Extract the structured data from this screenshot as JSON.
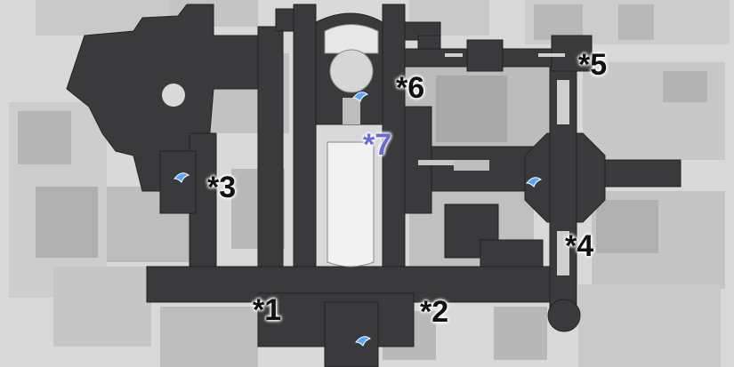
{
  "colors": {
    "background": "#d9d9d9",
    "building_light": "#c9c9c9",
    "building_mid": "#b5b5b5",
    "building_dark": "#9e9e9e",
    "walkway": "#3a3a3c",
    "walkway_edge": "#232325",
    "plaza_light": "#f2f2f2",
    "teleport": "#5aa6ff",
    "highlight_marker": "#6b6bd6",
    "marker_text": "#111111"
  },
  "markers": [
    {
      "id": "m1",
      "label": "*1",
      "highlighted": false
    },
    {
      "id": "m2",
      "label": "*2",
      "highlighted": false
    },
    {
      "id": "m3",
      "label": "*3",
      "highlighted": false
    },
    {
      "id": "m4",
      "label": "*4",
      "highlighted": false
    },
    {
      "id": "m5",
      "label": "*5",
      "highlighted": false
    },
    {
      "id": "m6",
      "label": "*6",
      "highlighted": false
    },
    {
      "id": "m7",
      "label": "*7",
      "highlighted": true
    }
  ],
  "teleport_icons": [
    {
      "id": "tp-top-center",
      "icon": "teleport-anchor-icon"
    },
    {
      "id": "tp-left",
      "icon": "teleport-anchor-icon"
    },
    {
      "id": "tp-right",
      "icon": "teleport-anchor-icon"
    },
    {
      "id": "tp-bottom",
      "icon": "teleport-anchor-icon"
    }
  ]
}
